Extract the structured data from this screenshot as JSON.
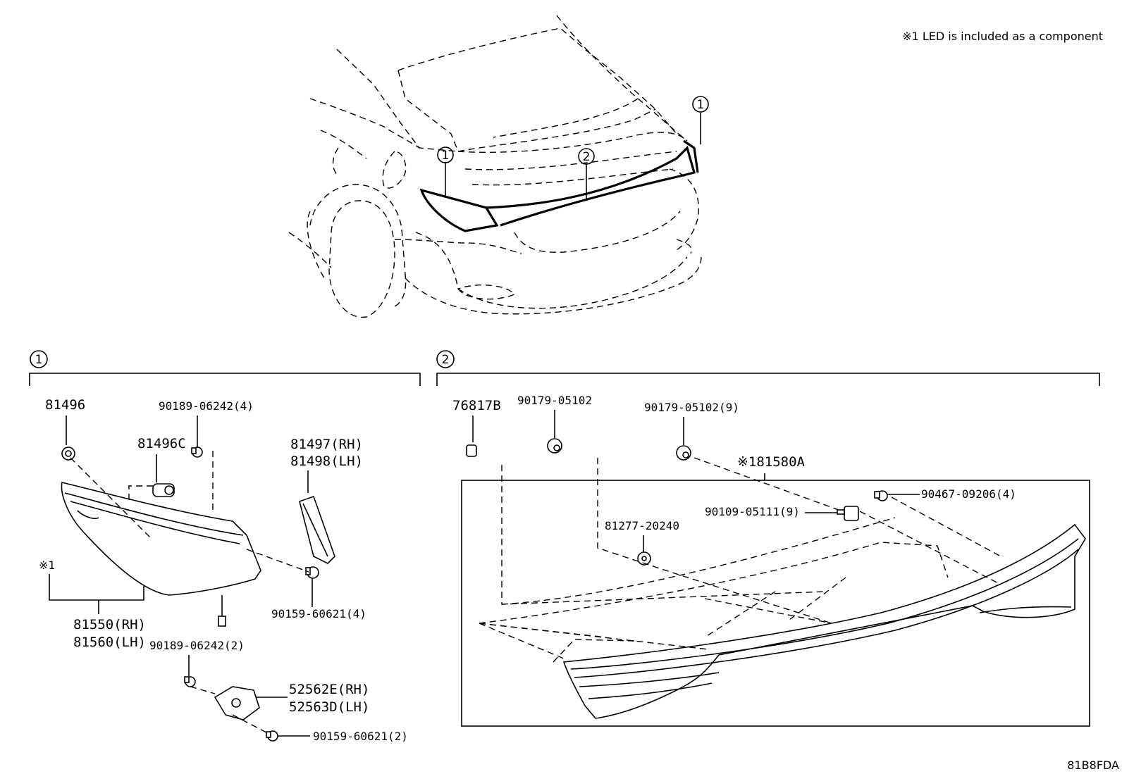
{
  "note": "※1 LED is included as a component",
  "diagram_id": "81B8FDA",
  "callouts": {
    "marker_1": "1",
    "marker_2": "2"
  },
  "section_1": {
    "marker": "1",
    "parts": {
      "p81496": "81496",
      "p81496c": "81496C",
      "p90189_06242_4": "90189-06242(4)",
      "p81497": "81497(RH)",
      "p81498": "81498(LH)",
      "led_note": "※1",
      "p81550": "81550(RH)",
      "p81560": "81560(LH)",
      "p90159_60621_4": "90159-60621(4)",
      "p90189_06242_2": "90189-06242(2)",
      "p52562e": "52562E(RH)",
      "p52563d": "52563D(LH)",
      "p90159_60621_2": "90159-60621(2)"
    }
  },
  "section_2": {
    "marker": "2",
    "parts": {
      "p76817b": "76817B",
      "p90179_05102": "90179-05102",
      "p90179_05102_9": "90179-05102(9)",
      "p81580a": "※181580A",
      "p90467_09206_4": "90467-09206(4)",
      "p90109_05111_9": "90109-05111(9)",
      "p81277_20240": "81277-20240"
    }
  }
}
